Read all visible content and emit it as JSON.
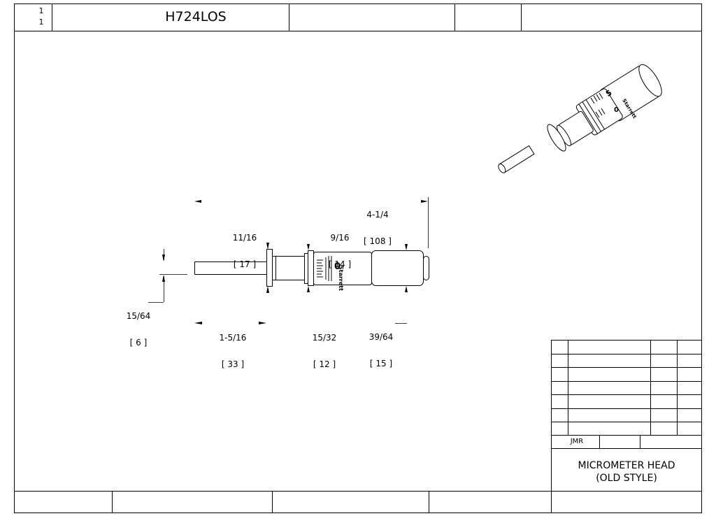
{
  "header": {
    "sheet_top": "1",
    "sheet_bottom": "1",
    "part_number": "H724LOS"
  },
  "dimensions": {
    "overall_length": {
      "imperial": "4-1/4",
      "metric": "108"
    },
    "flange_dia": {
      "imperial": "11/16",
      "metric": "17"
    },
    "thimble_dia": {
      "imperial": "9/16",
      "metric": "14"
    },
    "spindle_dia": {
      "imperial": "15/64",
      "metric": "6"
    },
    "spindle_length": {
      "imperial": "1-5/16",
      "metric": "33"
    },
    "sleeve_length": {
      "imperial": "15/32",
      "metric": "12"
    },
    "thimble_length": {
      "imperial": "39/64",
      "metric": "15"
    }
  },
  "part_markings": {
    "brand": "Starrett",
    "scale_zero": "0",
    "iso_brand": "Starrett",
    "iso_digit": "5",
    "iso_zero": "0"
  },
  "title_block": {
    "drawn_by": "JMR",
    "title_line1": "MICROMETER HEAD",
    "title_line2": "(OLD STYLE)"
  }
}
